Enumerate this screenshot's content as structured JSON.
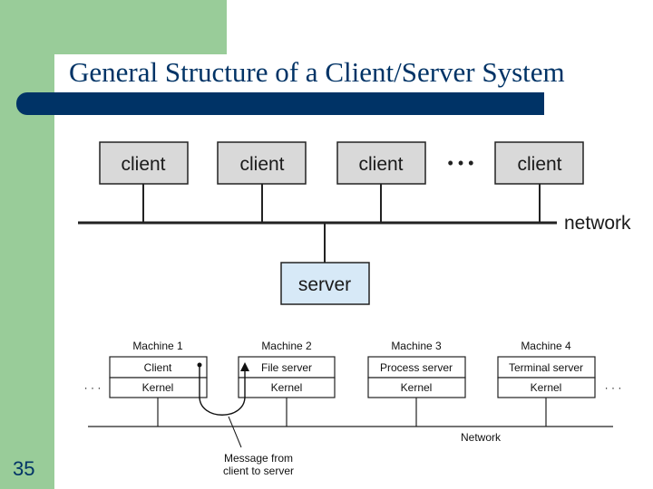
{
  "slide": {
    "title": "General Structure of a Client/Server System",
    "number": "35",
    "colors": {
      "green": "#99cc99",
      "navy": "#003366",
      "box_fill": "#d9d9d9",
      "server_fill": "#d7e9f7"
    }
  },
  "top_diagram": {
    "clients": [
      "client",
      "client",
      "client",
      "client"
    ],
    "ellipsis": "• • •",
    "network_label": "network",
    "server_label": "server"
  },
  "bottom_diagram": {
    "machines": [
      {
        "name": "Machine 1",
        "top": "Client",
        "bottom": "Kernel"
      },
      {
        "name": "Machine 2",
        "top": "File server",
        "bottom": "Kernel"
      },
      {
        "name": "Machine 3",
        "top": "Process server",
        "bottom": "Kernel"
      },
      {
        "name": "Machine 4",
        "top": "Terminal server",
        "bottom": "Kernel"
      }
    ],
    "left_dots": "· · ·",
    "right_dots": "· · ·",
    "network_label": "Network",
    "message_label_line1": "Message from",
    "message_label_line2": "client to server"
  }
}
